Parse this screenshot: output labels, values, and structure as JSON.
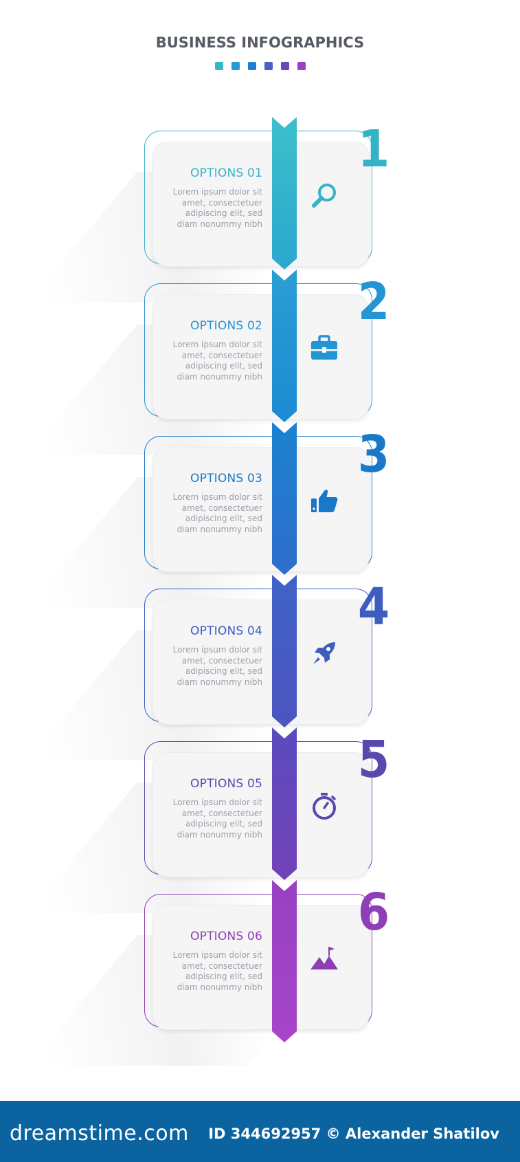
{
  "title": "BUSINESS INFOGRAPHICS",
  "dots": [
    "#36b8c8",
    "#2b9ad4",
    "#1c7fd0",
    "#4a5fc5",
    "#6c47b9",
    "#9a40c6"
  ],
  "steps": [
    {
      "number": "1",
      "option": "OPTIONS 01",
      "desc": [
        "Lorem ipsum dolor sit",
        "amet, consectetuer",
        "adipiscing elit, sed",
        "diam nonummy nibh"
      ],
      "icon": "search-icon",
      "color": "#35b3c6",
      "arrowTop": "#3dbfca",
      "arrowBottom": "#2ca7cf"
    },
    {
      "number": "2",
      "option": "OPTIONS 02",
      "desc": [
        "Lorem ipsum dolor sit",
        "amet, consectetuer",
        "adipiscing elit, sed",
        "diam nonummy nibh"
      ],
      "icon": "briefcase-icon",
      "color": "#2394d4",
      "arrowTop": "#2a9fd4",
      "arrowBottom": "#1d8ad2"
    },
    {
      "number": "3",
      "option": "OPTIONS 03",
      "desc": [
        "Lorem ipsum dolor sit",
        "amet, consectetuer",
        "adipiscing elit, sed",
        "diam nonummy nibh"
      ],
      "icon": "thumbs-up-icon",
      "color": "#1a78c9",
      "arrowTop": "#1b82d0",
      "arrowBottom": "#2e6dcb"
    },
    {
      "number": "4",
      "option": "OPTIONS 04",
      "desc": [
        "Lorem ipsum dolor sit",
        "amet, consectetuer",
        "adipiscing elit, sed",
        "diam nonummy nibh"
      ],
      "icon": "rocket-icon",
      "color": "#3f5cbf",
      "arrowTop": "#3e63c8",
      "arrowBottom": "#4e55bf"
    },
    {
      "number": "5",
      "option": "OPTIONS 05",
      "desc": [
        "Lorem ipsum dolor sit",
        "amet, consectetuer",
        "adipiscing elit, sed",
        "diam nonummy nibh"
      ],
      "icon": "stopwatch-icon",
      "color": "#5b48ae",
      "arrowTop": "#5a4cbe",
      "arrowBottom": "#7342b8"
    },
    {
      "number": "6",
      "option": "OPTIONS 06",
      "desc": [
        "Lorem ipsum dolor sit",
        "amet, consectetuer",
        "adipiscing elit, sed",
        "diam nonummy nibh"
      ],
      "icon": "mountain-flag-icon",
      "color": "#8e3fb5",
      "arrowTop": "#9641c2",
      "arrowBottom": "#a845c8"
    }
  ],
  "footer": {
    "brand": "dreamstime.com",
    "credit": "ID 344692957 © Alexander Shatilov"
  }
}
